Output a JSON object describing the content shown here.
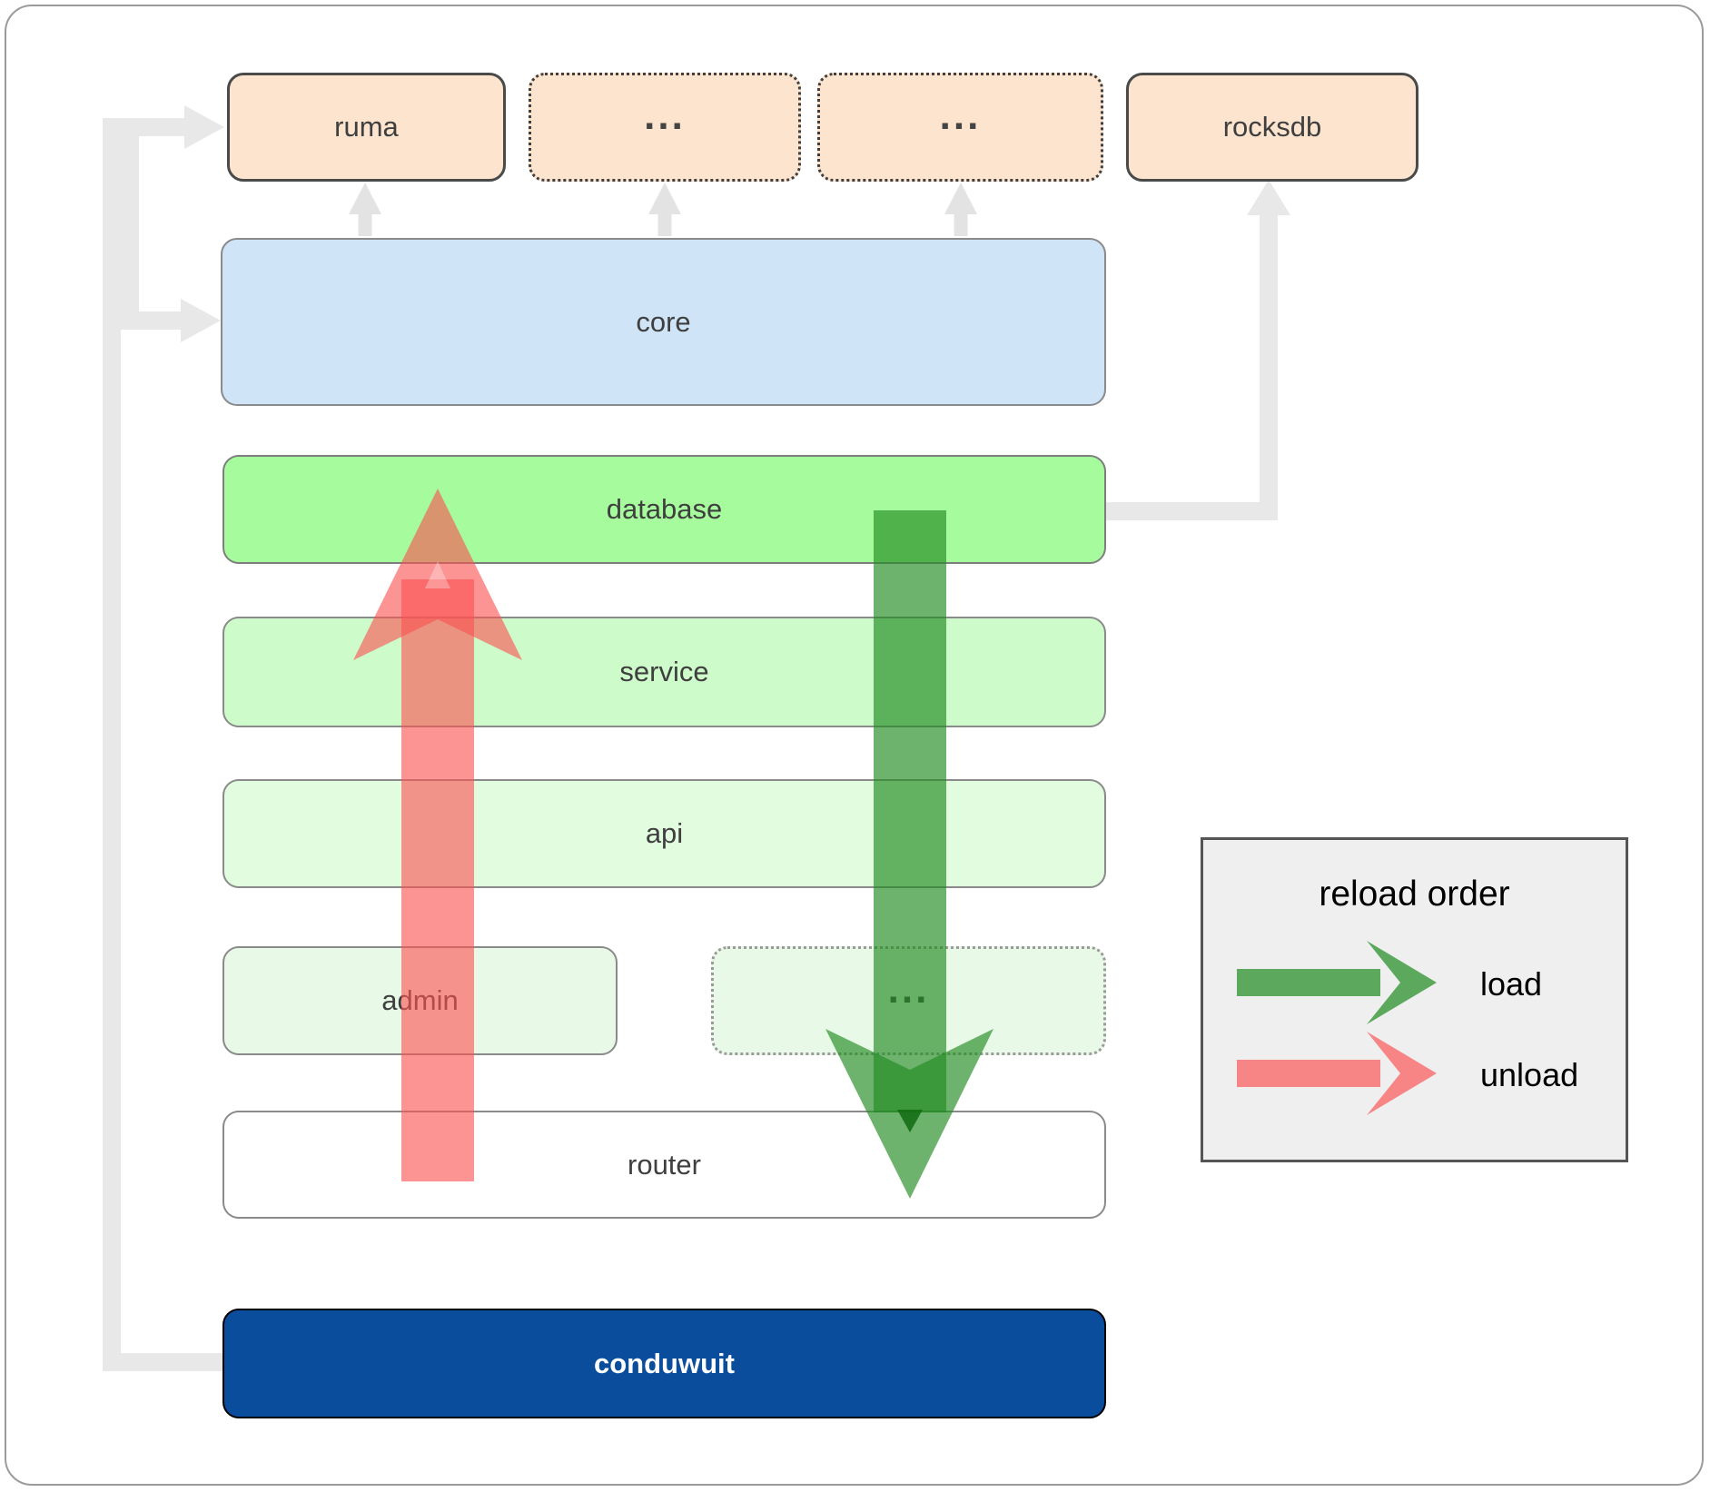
{
  "diagram": {
    "top_row": [
      {
        "label": "ruma"
      },
      {
        "label": "..."
      },
      {
        "label": "..."
      },
      {
        "label": "rocksdb"
      }
    ],
    "layers": [
      {
        "label": "core"
      },
      {
        "label": "database"
      },
      {
        "label": "service"
      },
      {
        "label": "api"
      },
      {
        "label": "admin"
      },
      {
        "label": "..."
      },
      {
        "label": "router"
      },
      {
        "label": "conduwuit"
      }
    ]
  },
  "legend": {
    "title": "reload order",
    "items": [
      {
        "label": "load",
        "color": "#2E8C2E"
      },
      {
        "label": "unload",
        "color": "#FA5252"
      }
    ]
  },
  "colors": {
    "module_peach": "#FCE4CE",
    "core_blue": "#CFE4F7",
    "database_green": "#A6FC9D",
    "service_green": "#CDFBCA",
    "api_green": "#E1FCDF",
    "admin_green": "#E9F9E7",
    "conduwuit_navy": "#0B4D9D",
    "connector_gray": "#E8E8E8",
    "legend_bg": "#EFEFEF"
  }
}
